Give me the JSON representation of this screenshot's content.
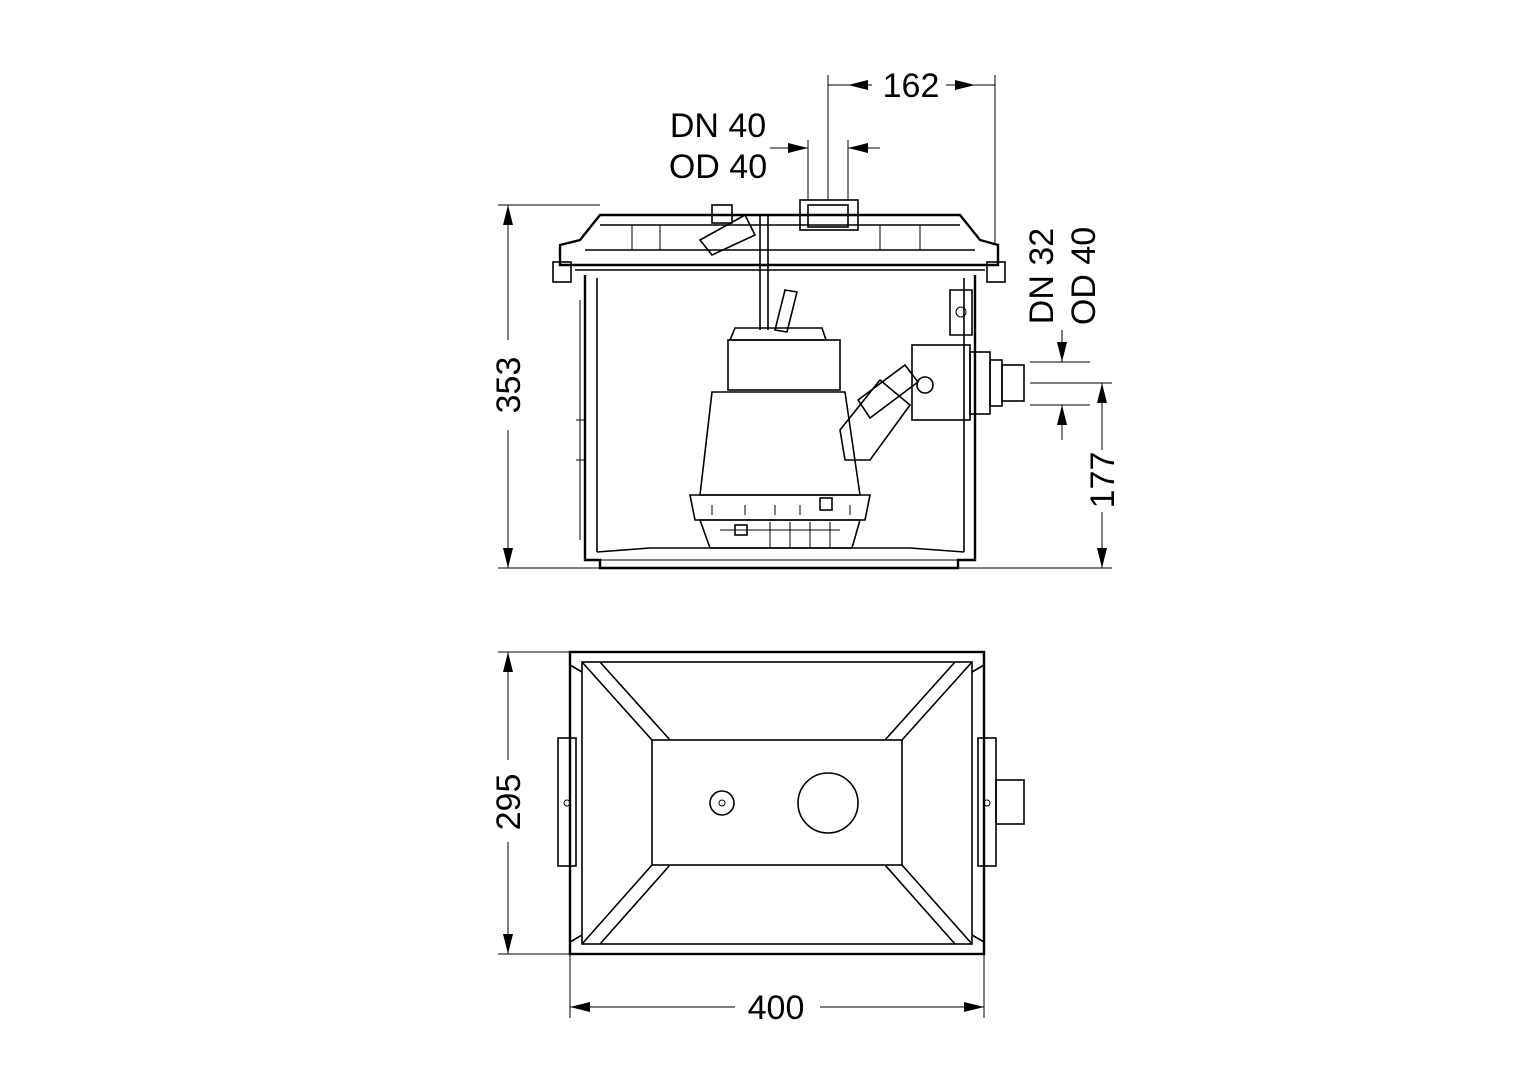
{
  "side_view": {
    "dim_outlet_offset": "162",
    "inlet_label_dn": "DN 40",
    "inlet_label_od": "OD 40",
    "outlet_label_dn": "DN 32",
    "outlet_label_od": "OD 40",
    "dim_height": "353",
    "dim_outlet_height": "177"
  },
  "plan_view": {
    "dim_depth": "295",
    "dim_width": "400"
  }
}
